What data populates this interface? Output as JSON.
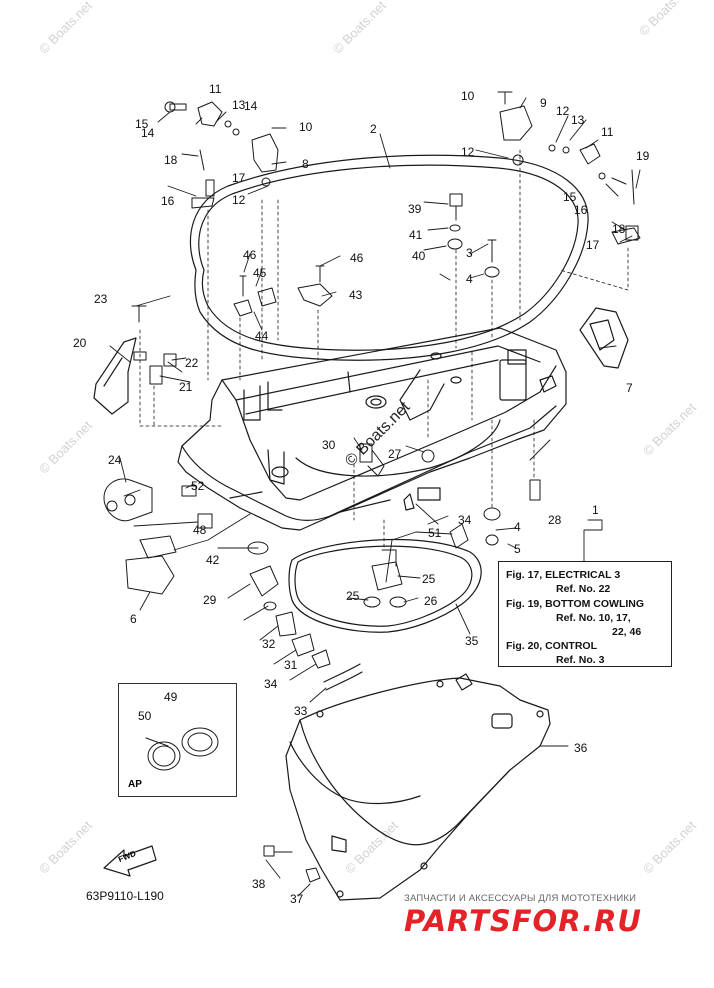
{
  "watermark": "© Boats.net",
  "drawing_id": "63P9110-L190",
  "fwd_label": "FWD",
  "ap_label": "AP",
  "reference_box": {
    "lines": [
      "Fig. 17, ELECTRICAL 3",
      "Ref. No. 22",
      "Fig. 19, BOTTOM COWLING",
      "Ref. No. 10, 17,",
      "22, 46",
      "Fig. 20, CONTROL",
      "Ref. No. 3"
    ]
  },
  "shop": {
    "subtitle": "ЗАПЧАСТИ И АКСЕССУАРЫ ДЛЯ МОТОТЕХНИКИ",
    "logo": "PARTSFOR.RU"
  },
  "callouts": [
    "1",
    "2",
    "3",
    "4",
    "4",
    "5",
    "6",
    "7",
    "8",
    "9",
    "10",
    "10",
    "11",
    "11",
    "12",
    "12",
    "12",
    "13",
    "13",
    "14",
    "14",
    "15",
    "15",
    "16",
    "16",
    "17",
    "17",
    "18",
    "18",
    "19",
    "20",
    "21",
    "22",
    "23",
    "24",
    "25",
    "25",
    "26",
    "27",
    "28",
    "29",
    "30",
    "31",
    "32",
    "33",
    "34",
    "34",
    "35",
    "36",
    "37",
    "38",
    "39",
    "40",
    "41",
    "42",
    "43",
    "44",
    "45",
    "46",
    "46",
    "48",
    "49",
    "50",
    "51",
    "52"
  ]
}
